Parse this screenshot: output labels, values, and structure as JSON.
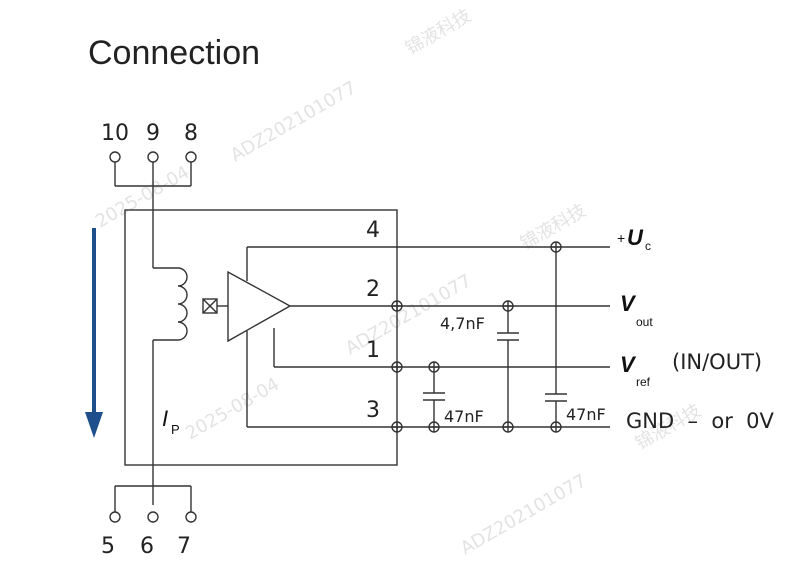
{
  "title": "Connection",
  "pins": {
    "top": [
      "10",
      "9",
      "8"
    ],
    "bottom": [
      "5",
      "6",
      "7"
    ],
    "inner": [
      "4",
      "2",
      "1",
      "3"
    ]
  },
  "signals": {
    "supply_prefix": "+",
    "supply": "U",
    "supply_sub": "c",
    "out": "V",
    "out_sub": "out",
    "ref": "V",
    "ref_sub": "ref",
    "ref_note": "(IN/OUT)",
    "gnd": "GND  –  or  0V"
  },
  "capacitors": [
    "4,7nF",
    "47nF",
    "47nF"
  ],
  "current": {
    "symbol": "I",
    "sub": "P"
  },
  "colors": {
    "arrow": "#1f4e8c",
    "wire": "#333333"
  },
  "watermarks": [
    "ADZ202101077",
    "2025-08-04",
    "锦液科技"
  ]
}
